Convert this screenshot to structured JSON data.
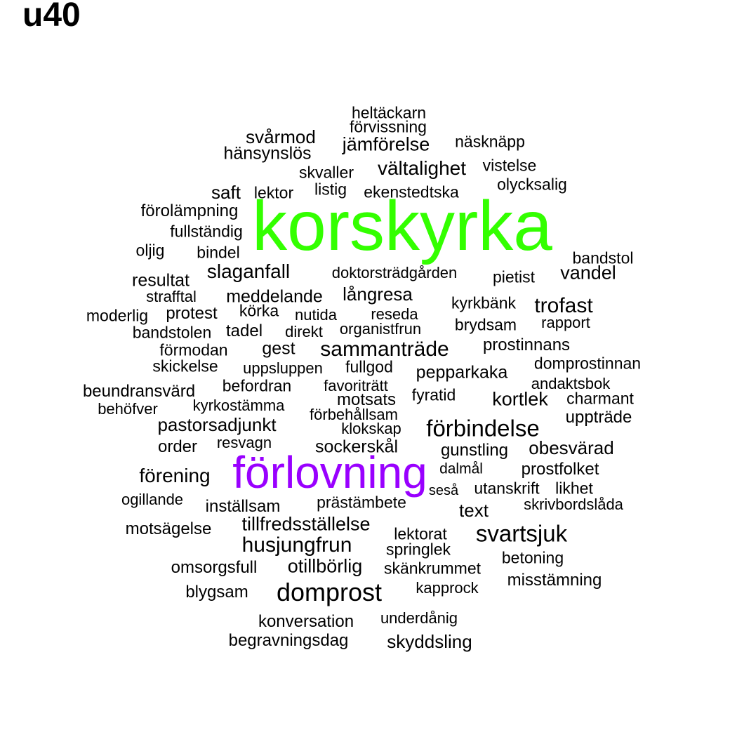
{
  "title": "u40",
  "colors": {
    "highlight_1": "#33ff00",
    "highlight_2": "#9900ff",
    "default": "#000000"
  },
  "words": [
    {
      "text": "korskyrka",
      "color": "#33ff00",
      "weight": 8
    },
    {
      "text": "förlovning",
      "color": "#9900ff",
      "weight": 6
    },
    {
      "text": "domprost",
      "weight": 3
    },
    {
      "text": "svartsjuk",
      "weight": 3
    },
    {
      "text": "husjungfrun",
      "weight": 3
    },
    {
      "text": "sammanträde",
      "weight": 3
    },
    {
      "text": "förbindelse",
      "weight": 3
    },
    {
      "text": "trofast",
      "weight": 2
    },
    {
      "text": "kortlek",
      "weight": 2
    },
    {
      "text": "heltäckarn",
      "weight": 1
    },
    {
      "text": "förvissning",
      "weight": 1
    },
    {
      "text": "svårmod",
      "weight": 2
    },
    {
      "text": "jämförelse",
      "weight": 2
    },
    {
      "text": "näsknäpp",
      "weight": 1
    },
    {
      "text": "hänsynslös",
      "weight": 1
    },
    {
      "text": "vältalighet",
      "weight": 2
    },
    {
      "text": "vistelse",
      "weight": 1
    },
    {
      "text": "skvaller",
      "weight": 1
    },
    {
      "text": "olycksalig",
      "weight": 1
    },
    {
      "text": "saft",
      "weight": 2
    },
    {
      "text": "lektor",
      "weight": 1
    },
    {
      "text": "listig",
      "weight": 1
    },
    {
      "text": "ekenstedtska",
      "weight": 1
    },
    {
      "text": "förolämpning",
      "weight": 1
    },
    {
      "text": "fullständig",
      "weight": 1
    },
    {
      "text": "oljig",
      "weight": 1
    },
    {
      "text": "bindel",
      "weight": 1
    },
    {
      "text": "bandstol",
      "weight": 1
    },
    {
      "text": "slaganfall",
      "weight": 2
    },
    {
      "text": "doktorsträdgården",
      "weight": 1
    },
    {
      "text": "vandel",
      "weight": 1
    },
    {
      "text": "resultat",
      "weight": 1
    },
    {
      "text": "pietist",
      "weight": 1
    },
    {
      "text": "strafftal",
      "weight": 1
    },
    {
      "text": "meddelande",
      "weight": 1
    },
    {
      "text": "långresa",
      "weight": 1
    },
    {
      "text": "kyrkbänk",
      "weight": 1
    },
    {
      "text": "moderlig",
      "weight": 1
    },
    {
      "text": "protest",
      "weight": 1
    },
    {
      "text": "körka",
      "weight": 1
    },
    {
      "text": "nutida",
      "weight": 1
    },
    {
      "text": "reseda",
      "weight": 1
    },
    {
      "text": "brydsam",
      "weight": 1
    },
    {
      "text": "rapport",
      "weight": 1
    },
    {
      "text": "bandstolen",
      "weight": 1
    },
    {
      "text": "tadel",
      "weight": 1
    },
    {
      "text": "direkt",
      "weight": 1
    },
    {
      "text": "organistfrun",
      "weight": 1
    },
    {
      "text": "prostinnans",
      "weight": 1
    },
    {
      "text": "förmodan",
      "weight": 1
    },
    {
      "text": "gest",
      "weight": 1
    },
    {
      "text": "domprostinnan",
      "weight": 1
    },
    {
      "text": "skickelse",
      "weight": 1
    },
    {
      "text": "uppsluppen",
      "weight": 1
    },
    {
      "text": "fullgod",
      "weight": 1
    },
    {
      "text": "pepparkaka",
      "weight": 1
    },
    {
      "text": "andaktsbok",
      "weight": 1
    },
    {
      "text": "beundransvärd",
      "weight": 1
    },
    {
      "text": "befordran",
      "weight": 1
    },
    {
      "text": "favoriträtt",
      "weight": 1
    },
    {
      "text": "fyratid",
      "weight": 1
    },
    {
      "text": "charmant",
      "weight": 1
    },
    {
      "text": "behöfver",
      "weight": 1
    },
    {
      "text": "kyrkostämma",
      "weight": 1
    },
    {
      "text": "motsats",
      "weight": 1
    },
    {
      "text": "uppträde",
      "weight": 1
    },
    {
      "text": "förbehållsam",
      "weight": 1
    },
    {
      "text": "pastorsadjunkt",
      "weight": 2
    },
    {
      "text": "klokskap",
      "weight": 1
    },
    {
      "text": "order",
      "weight": 1
    },
    {
      "text": "resvagn",
      "weight": 1
    },
    {
      "text": "sockerskål",
      "weight": 1
    },
    {
      "text": "gunstling",
      "weight": 1
    },
    {
      "text": "obesvärad",
      "weight": 1
    },
    {
      "text": "dalmål",
      "weight": 1
    },
    {
      "text": "förening",
      "weight": 2
    },
    {
      "text": "prostfolket",
      "weight": 1
    },
    {
      "text": "seså",
      "weight": 1
    },
    {
      "text": "utanskrift",
      "weight": 1
    },
    {
      "text": "likhet",
      "weight": 1
    },
    {
      "text": "ogillande",
      "weight": 1
    },
    {
      "text": "prästämbete",
      "weight": 1
    },
    {
      "text": "inställsam",
      "weight": 1
    },
    {
      "text": "text",
      "weight": 1
    },
    {
      "text": "skrivbordslåda",
      "weight": 1
    },
    {
      "text": "tillfredsställelse",
      "weight": 1
    },
    {
      "text": "motsägelse",
      "weight": 1
    },
    {
      "text": "lektorat",
      "weight": 1
    },
    {
      "text": "springlek",
      "weight": 1
    },
    {
      "text": "betoning",
      "weight": 1
    },
    {
      "text": "omsorgsfull",
      "weight": 1
    },
    {
      "text": "otillbörlig",
      "weight": 2
    },
    {
      "text": "skänkrummet",
      "weight": 1
    },
    {
      "text": "misstämning",
      "weight": 1
    },
    {
      "text": "kapprock",
      "weight": 1
    },
    {
      "text": "blygsam",
      "weight": 1
    },
    {
      "text": "konversation",
      "weight": 1
    },
    {
      "text": "underdånig",
      "weight": 1
    },
    {
      "text": "begravningsdag",
      "weight": 1
    },
    {
      "text": "skyddsling",
      "weight": 1
    }
  ]
}
